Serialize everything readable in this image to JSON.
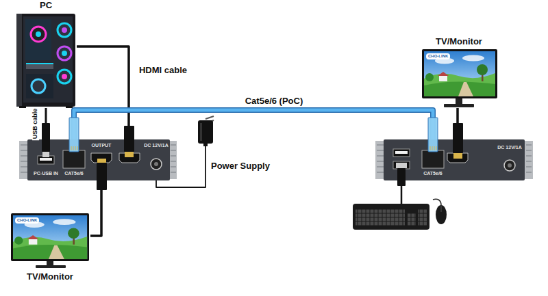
{
  "diagram": {
    "nodes": [
      {
        "text": [
          "PC"
        ]
      },
      {
        "text": [
          "TV/Monitor"
        ]
      },
      {
        "text": [
          "PC-USB IN",
          "CAT5e/6",
          "OUTPUT",
          "DC 12V/1A"
        ]
      },
      {
        "text": [
          "Power Supply"
        ]
      },
      {
        "text": [
          "CAT5e/6",
          "DC 12V/1A"
        ]
      },
      {
        "text": [
          "TV/Monitor"
        ]
      }
    ],
    "edges": [
      {
        "from": 0,
        "to": 2,
        "label": "HDMI cable",
        "arrow": "none"
      },
      {
        "from": 0,
        "to": 2,
        "label": "USB cable",
        "arrow": "none"
      },
      {
        "from": 2,
        "to": 4,
        "label": "Cat5e/6 (PoC)",
        "arrow": "none"
      },
      {
        "from": 3,
        "to": 2,
        "arrow": "none"
      },
      {
        "from": 4,
        "to": 1,
        "arrow": "none"
      },
      {
        "from": 2,
        "to": 5,
        "arrow": "none"
      }
    ],
    "labels": [
      "CHO-LINK",
      "CHO-LINK"
    ]
  }
}
